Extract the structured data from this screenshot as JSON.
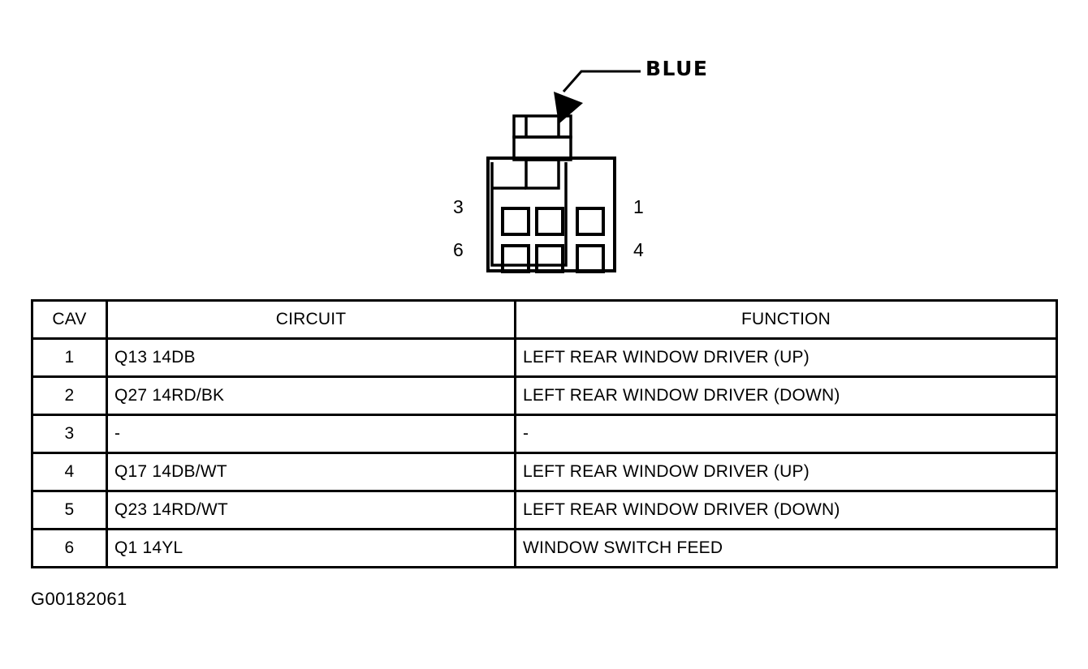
{
  "figure": {
    "caption": "G00182061",
    "connector": {
      "color_label": "BLUE",
      "cavity_count": 6,
      "pin_labels": {
        "left_top": "3",
        "left_bottom": "6",
        "right_top": "1",
        "right_bottom": "4"
      },
      "outline_color": "#000000"
    }
  },
  "table": {
    "headers": {
      "cav": "CAV",
      "circuit": "CIRCUIT",
      "function": "FUNCTION"
    },
    "rows": [
      {
        "cav": "1",
        "circuit": "Q13 14DB",
        "function": "LEFT REAR WINDOW DRIVER (UP)"
      },
      {
        "cav": "2",
        "circuit": "Q27 14RD/BK",
        "function": "LEFT REAR WINDOW DRIVER (DOWN)"
      },
      {
        "cav": "3",
        "circuit": "-",
        "function": "-"
      },
      {
        "cav": "4",
        "circuit": "Q17 14DB/WT",
        "function": "LEFT REAR WINDOW DRIVER (UP)"
      },
      {
        "cav": "5",
        "circuit": "Q23 14RD/WT",
        "function": "LEFT REAR WINDOW DRIVER (DOWN)"
      },
      {
        "cav": "6",
        "circuit": "Q1 14YL",
        "function": "WINDOW SWITCH FEED"
      }
    ]
  }
}
